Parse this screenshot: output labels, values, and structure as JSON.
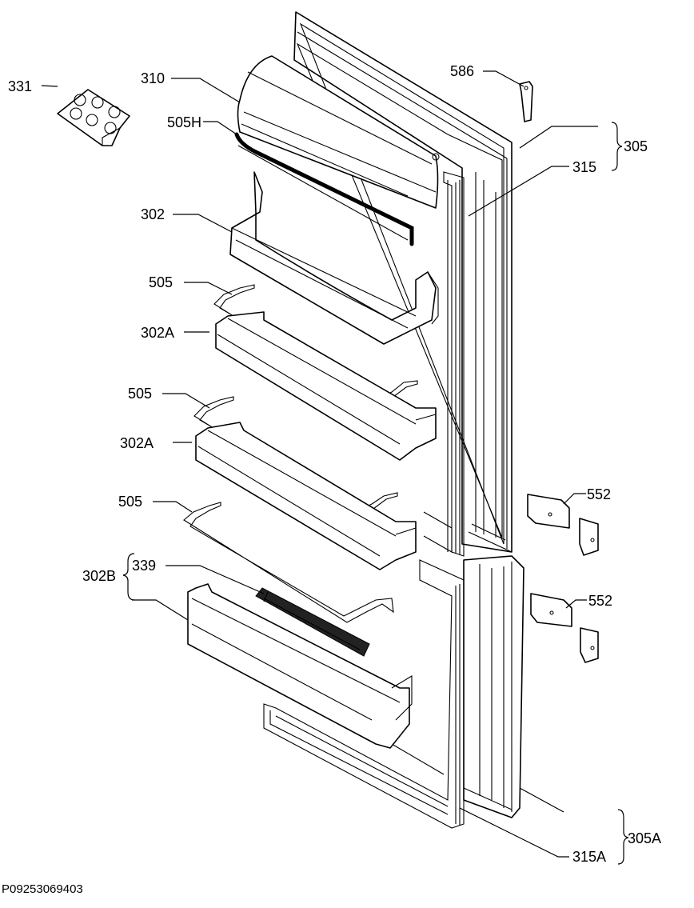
{
  "diagram": {
    "labels": {
      "l331": "331",
      "l310": "310",
      "l505H": "505H",
      "l302": "302",
      "l505a": "505",
      "l302A_1": "302A",
      "l505b": "505",
      "l302A_2": "302A",
      "l505c": "505",
      "l302B": "302B",
      "l339": "339",
      "l586": "586",
      "l305": "305",
      "l315": "315",
      "l552a": "552",
      "l552b": "552",
      "l305A": "305A",
      "l315A": "315A"
    },
    "drawing_code": "P09253069403"
  }
}
